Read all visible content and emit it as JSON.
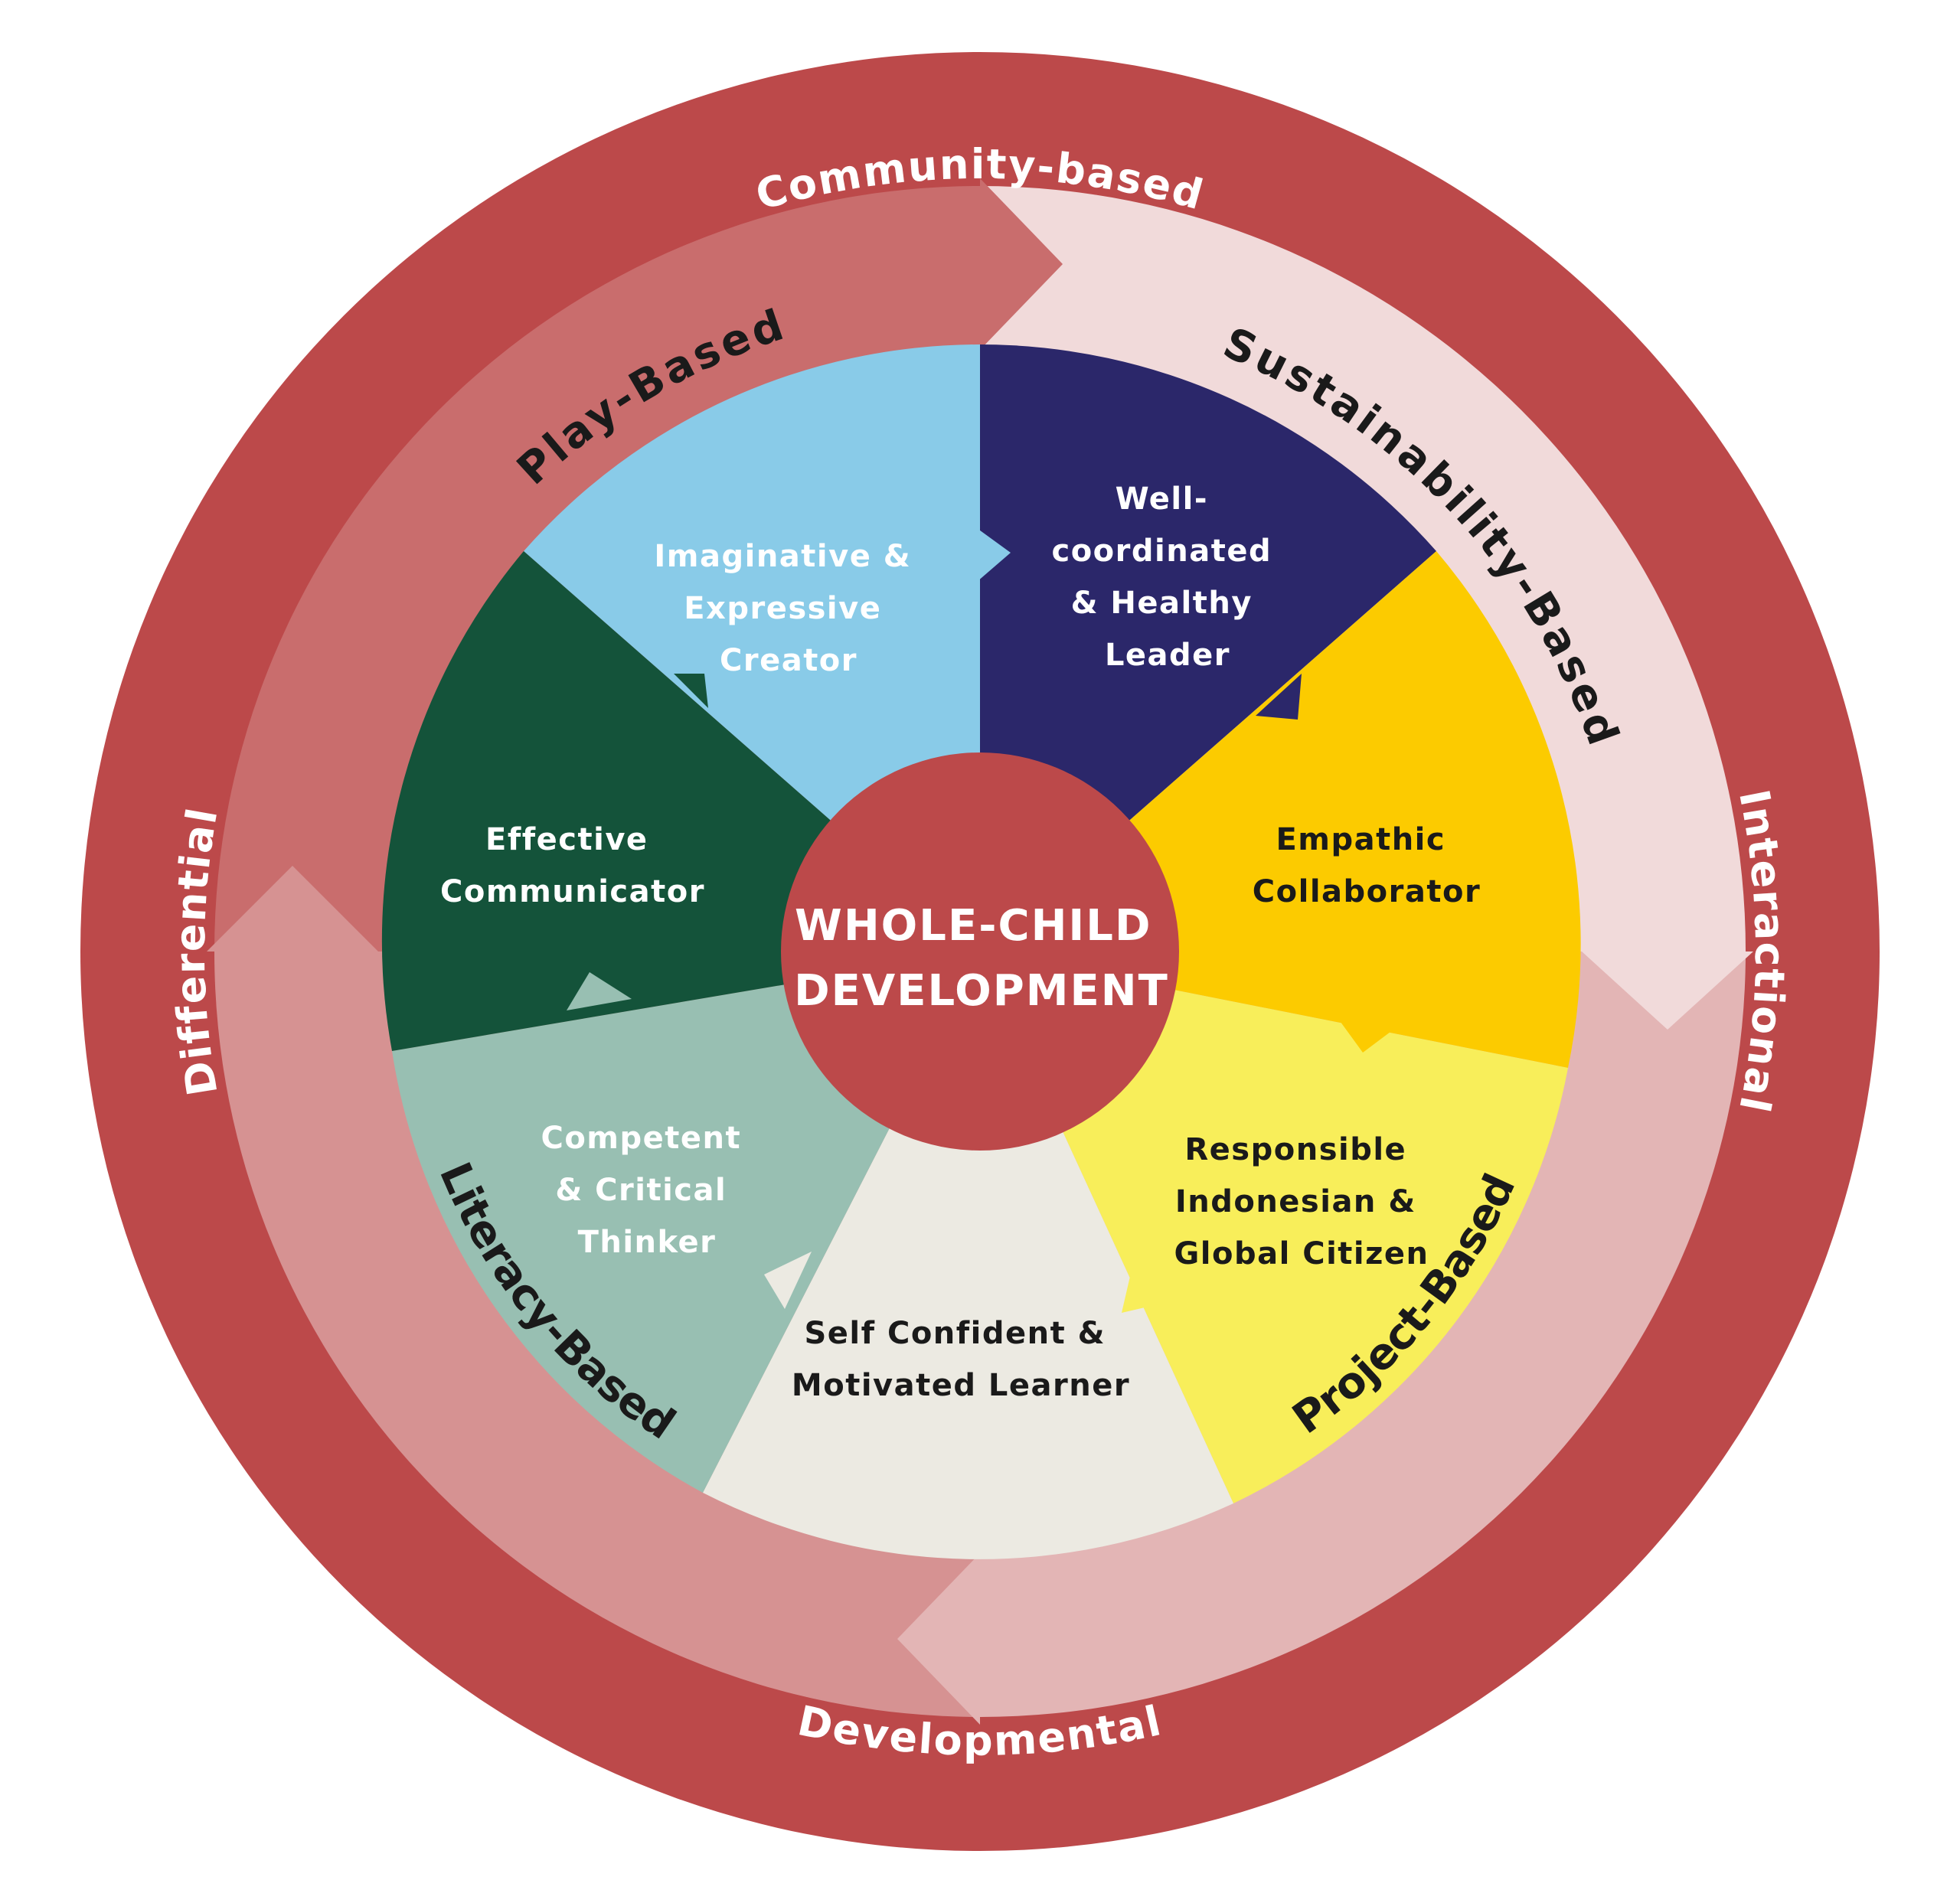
{
  "colors": {
    "ring": "#BC494A",
    "arrow_play": "#C96D6D",
    "arrow_sustainability": "#F1DADA",
    "arrow_project": "#E3B5B5",
    "arrow_literacy": "#D69292",
    "seg_imaginative": "#89CBE8",
    "seg_leader": "#2B276A",
    "seg_empathic": "#FCCB00",
    "seg_responsible": "#F8EE5A",
    "seg_learner": "#ECEAE2",
    "seg_thinker": "#98BFB2",
    "seg_communicator": "#14533A",
    "core": "#BC494A",
    "text_light": "#FFFFFF",
    "text_dark": "#1A1A1A"
  },
  "outer_ring": {
    "top": "Community-based",
    "right": "Interactional",
    "bottom": "Developmental",
    "left": "Differential"
  },
  "arrows": {
    "play": "Play-Based",
    "sustainability": "Sustainability-Based",
    "project": "Project-Based",
    "literacy": "Literacy-Based"
  },
  "segments": {
    "imaginative": [
      "Imaginative &",
      "Expressive",
      "Creator"
    ],
    "leader": [
      "Well-",
      "coordinated",
      "& Healthy",
      "Leader"
    ],
    "empathic": [
      "Empathic",
      "Collaborator"
    ],
    "responsible": [
      "Responsible",
      "Indonesian &",
      "Global Citizen"
    ],
    "learner": [
      "Self Confident &",
      "Motivated Learner"
    ],
    "thinker": [
      "Competent",
      "& Critical",
      "Thinker"
    ],
    "communicator": [
      "Effective",
      "Communicator"
    ]
  },
  "core": [
    "WHOLE-CHILD",
    "DEVELOPMENT"
  ]
}
